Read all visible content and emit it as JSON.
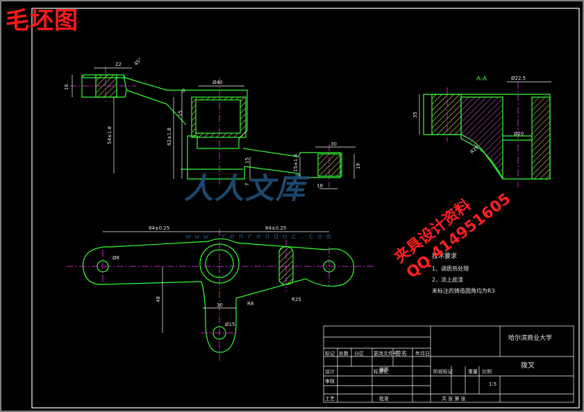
{
  "overlay_title": "毛坯图",
  "view_label": "A-A",
  "watermark": {
    "brand": "人人文库",
    "url": "www.renrendoc.com"
  },
  "stamp": {
    "line1": "夹具设计资料",
    "line2": "QQ 414951605"
  },
  "dimensions": {
    "d22": "22",
    "d45deg": "45°",
    "d16": "16",
    "d40": "Ø40",
    "d3": "3",
    "d15": "15",
    "d54": "54±1.8",
    "d62": "62±1.8",
    "d30": "30",
    "d15b": "15",
    "d16b": "15±1.8",
    "d18": "18",
    "d19": "19",
    "d7": "7",
    "d225": "Ø22.5",
    "d35": "35",
    "d20": "Ø20",
    "r20": "R20",
    "d84a": "84±0.25",
    "d84b": "84±0.25",
    "d8": "Ø8",
    "d48": "48",
    "d30b": "30",
    "r8": "R8",
    "r25": "R25",
    "d15c": "Ø15"
  },
  "tech_requirements": {
    "heading": "技术要求",
    "item1": "1、调质热处理",
    "item2": "2、涂上底漆",
    "item3": "未标注的铸造圆角均为R3"
  },
  "title_block": {
    "school": "哈尔滨商业大学",
    "part_name": "拨叉",
    "material": "铸铁",
    "row_labels": [
      "标记",
      "处数",
      "分区",
      "更改文件号",
      "签名",
      "年月日"
    ],
    "design": "设计",
    "check": "审核",
    "process": "工艺",
    "standard": "标准化",
    "approve": "批准",
    "stage_mark": "阶段标记",
    "weight": "重量",
    "scale_label": "比例",
    "scale": "1:5",
    "sheets": "共 张 第 张"
  },
  "colors": {
    "outline": "#33ff33",
    "centerline": "#ff33ff",
    "hatch": "#ff66ff",
    "dimension": "#ffffff",
    "border": "#ffffff",
    "overlay_red": "#ff1a1a",
    "watermark_blue": "#1e4f7a"
  }
}
